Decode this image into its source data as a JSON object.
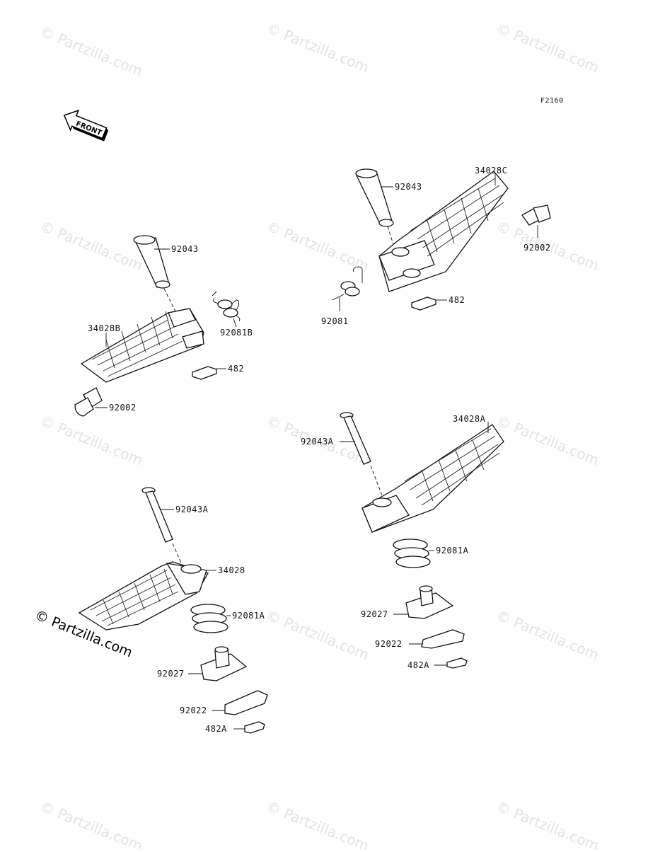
{
  "figure_code": "F2160",
  "front_label": "FRONT",
  "watermark_text": "© Partzilla.com",
  "copyright_text": "© Partzilla.com",
  "callouts": {
    "tl_92043": "92043",
    "tl_92081b": "92081B",
    "tl_34028b": "34028B",
    "tl_482": "482",
    "tl_92002": "92002",
    "tr_92043": "92043",
    "tr_34028c": "34028C",
    "tr_92002": "92002",
    "tr_92081": "92081",
    "tr_482": "482",
    "br_92043a": "92043A",
    "br_34028a": "34028A",
    "br_92081a": "92081A",
    "br_92027": "92027",
    "br_92022": "92022",
    "br_482a": "482A",
    "bl_92043a": "92043A",
    "bl_34028": "34028",
    "bl_92081a": "92081A",
    "bl_92027": "92027",
    "bl_92022": "92022",
    "bl_482a": "482A"
  }
}
